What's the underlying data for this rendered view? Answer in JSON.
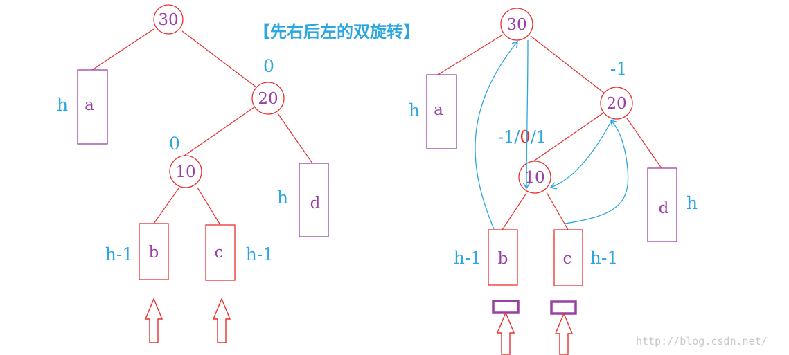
{
  "title": "【先右后左的双旋转】",
  "watermark": "http://blog.csdn.net/",
  "colors": {
    "edge": "#e8302e",
    "node_text": "#9b3fa6",
    "label": "#2aa6e0",
    "box_purple": "#9b3fa6",
    "box_red": "#e8302e",
    "arrow": "#e8302e",
    "highlight": "#9b3fa6",
    "zero_red": "#ff2020"
  },
  "left_tree": {
    "nodes": {
      "root": "30",
      "right": "20",
      "right_left": "10"
    },
    "balances": {
      "right": "0",
      "right_left": "0"
    },
    "subtrees": {
      "a": {
        "name": "a",
        "height": "h"
      },
      "d": {
        "name": "d",
        "height": "h"
      },
      "b": {
        "name": "b",
        "height": "h-1"
      },
      "c": {
        "name": "c",
        "height": "h-1"
      }
    }
  },
  "right_tree": {
    "nodes": {
      "root": "30",
      "right": "20",
      "right_left": "10"
    },
    "balances": {
      "right": "-1",
      "right_left_a": "-1/",
      "right_left_b": "0",
      "right_left_c": "/1"
    },
    "subtrees": {
      "a": {
        "name": "a",
        "height": "h"
      },
      "d": {
        "name": "d",
        "height": "h"
      },
      "b": {
        "name": "b",
        "height": "h-1"
      },
      "c": {
        "name": "c",
        "height": "h-1"
      }
    }
  }
}
